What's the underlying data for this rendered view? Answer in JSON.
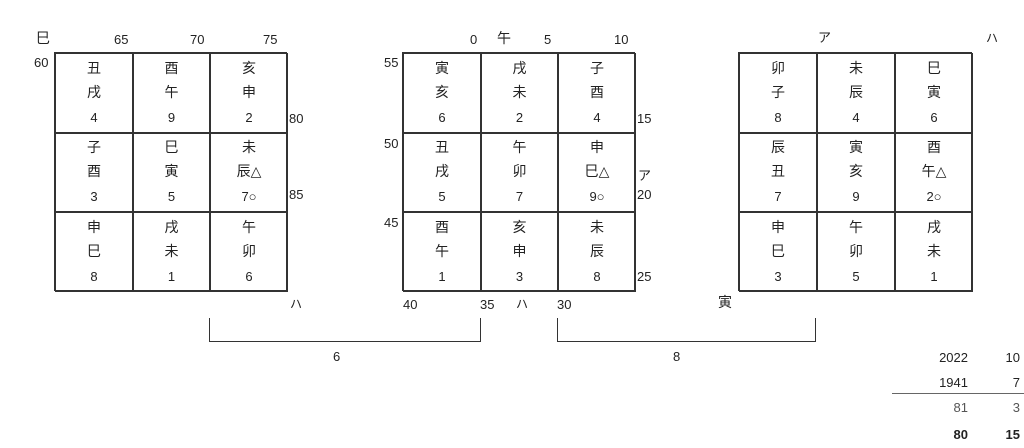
{
  "left_chart": {
    "labels": {
      "top_corner": "巳",
      "t65": "65",
      "t70": "70",
      "t75": "75",
      "l60": "60",
      "r80": "80",
      "r85": "85",
      "bottom_right": "ハ"
    },
    "cells": [
      {
        "a": "丑",
        "b": "戌",
        "n": "4"
      },
      {
        "a": "酉",
        "b": "午",
        "n": "9"
      },
      {
        "a": "亥",
        "b": "申",
        "n": "2"
      },
      {
        "a": "子",
        "b": "酉",
        "n": "3"
      },
      {
        "a": "巳",
        "b": "寅",
        "n": "5"
      },
      {
        "a": "未",
        "b": "辰△",
        "n": "7○"
      },
      {
        "a": "申",
        "b": "巳",
        "n": "8"
      },
      {
        "a": "戌",
        "b": "未",
        "n": "1"
      },
      {
        "a": "午",
        "b": "卯",
        "n": "6"
      }
    ]
  },
  "mid_chart": {
    "labels": {
      "t0": "0",
      "t_uma": "午",
      "t5": "5",
      "t10": "10",
      "l55": "55",
      "l50": "50",
      "l45": "45",
      "r15": "15",
      "r_a": "ア",
      "r20": "20",
      "r25": "25",
      "b40": "40",
      "b35": "35",
      "b_ha": "ハ",
      "b30": "30"
    },
    "cells": [
      {
        "a": "寅",
        "b": "亥",
        "n": "6"
      },
      {
        "a": "戌",
        "b": "未",
        "n": "2"
      },
      {
        "a": "子",
        "b": "酉",
        "n": "4"
      },
      {
        "a": "丑",
        "b": "戌",
        "n": "5"
      },
      {
        "a": "午",
        "b": "卯",
        "n": "7"
      },
      {
        "a": "申",
        "b": "巳△",
        "n": "9○"
      },
      {
        "a": "酉",
        "b": "午",
        "n": "1"
      },
      {
        "a": "亥",
        "b": "申",
        "n": "3"
      },
      {
        "a": "未",
        "b": "辰",
        "n": "8"
      }
    ]
  },
  "right_chart": {
    "labels": {
      "top_a": "ア",
      "top_ha": "ハ",
      "bottom_tora": "寅"
    },
    "cells": [
      {
        "a": "卯",
        "b": "子",
        "n": "8"
      },
      {
        "a": "未",
        "b": "辰",
        "n": "4"
      },
      {
        "a": "巳",
        "b": "寅",
        "n": "6"
      },
      {
        "a": "辰",
        "b": "丑",
        "n": "7"
      },
      {
        "a": "寅",
        "b": "亥",
        "n": "9"
      },
      {
        "a": "酉",
        "b": "午△",
        "n": "2○"
      },
      {
        "a": "申",
        "b": "巳",
        "n": "3"
      },
      {
        "a": "午",
        "b": "卯",
        "n": "5"
      },
      {
        "a": "戌",
        "b": "未",
        "n": "1"
      }
    ]
  },
  "brackets": {
    "left_value": "6",
    "right_value": "8"
  },
  "calc": {
    "row1": {
      "year": "2022",
      "month": "10"
    },
    "row2": {
      "year": "1941",
      "month": "7"
    },
    "row3": {
      "year": "81",
      "month": "3"
    },
    "row4": {
      "year": "80",
      "month": "15"
    }
  }
}
